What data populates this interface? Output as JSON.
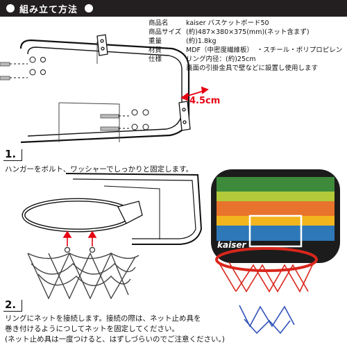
{
  "header": {
    "title": "組み立て方法"
  },
  "specs": [
    {
      "label": "商品名",
      "value": "kaiser バスケットボード50"
    },
    {
      "label": "商品サイズ",
      "value": "(約)487×380×375(mm)(ネット含まず)"
    },
    {
      "label": "重量",
      "value": "(約)1.8kg"
    },
    {
      "label": "材質",
      "value": "MDF（中密度繊維板）　・スチール・ポリプロピレン"
    },
    {
      "label": "仕様",
      "value": "リング内径：(約)25cm"
    }
  ],
  "spec_note": "裏面の引掛金具で壁などに設置し使用します",
  "dimension_label": "4.5cm",
  "board_brand": "kaiser",
  "steps": [
    {
      "number": "1.",
      "lines": [
        "ハンガーをボルト、ワッシャーでしっかりと固定します。"
      ]
    },
    {
      "number": "2.",
      "lines": [
        "リングにネットを接続します。接続の際は、ネット止め具を",
        "巻き付けるようにつしてネットを固定してください。",
        "(ネット止め具は一度つけると、はずしづらいのでご注意ください。)"
      ]
    }
  ],
  "colors": {
    "header_bg": "#231f20",
    "accent_red": "#e60012",
    "board_dark": "#1c1c1c",
    "plank_green": "#3c8a3a",
    "plank_lime": "#b4c93a",
    "plank_orange": "#e8732c",
    "plank_yellow": "#f2b51e",
    "plank_blue": "#2f78b8",
    "ring_red": "#d9261c"
  }
}
